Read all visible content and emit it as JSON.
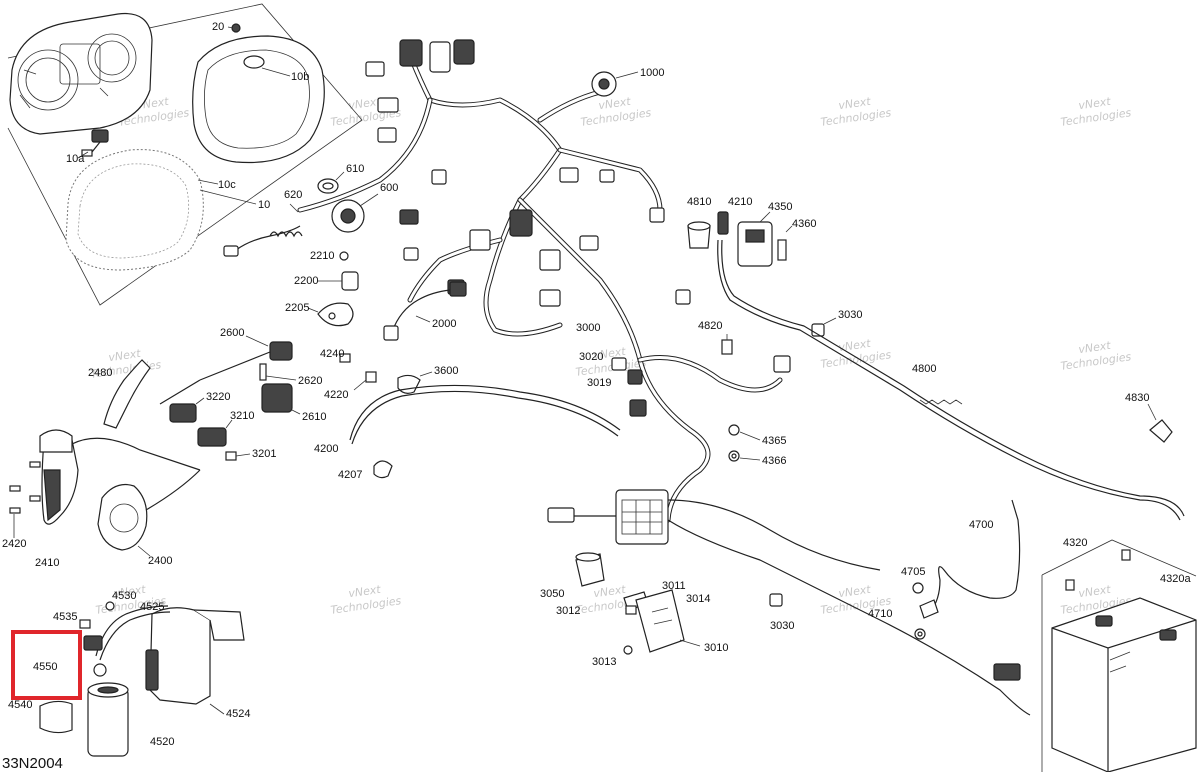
{
  "drawing_id": "33N2004",
  "highlight_color": "#e0262b",
  "watermark": {
    "line1": "vNext",
    "line2": "Technologies"
  },
  "parts": [
    {
      "id": "p20",
      "label": "20"
    },
    {
      "id": "p10b",
      "label": "10b"
    },
    {
      "id": "p10a",
      "label": "10a"
    },
    {
      "id": "p10c",
      "label": "10c"
    },
    {
      "id": "p10",
      "label": "10"
    },
    {
      "id": "p1000",
      "label": "1000"
    },
    {
      "id": "p610",
      "label": "610"
    },
    {
      "id": "p600",
      "label": "600"
    },
    {
      "id": "p620",
      "label": "620"
    },
    {
      "id": "p2210",
      "label": "2210"
    },
    {
      "id": "p2200",
      "label": "2200"
    },
    {
      "id": "p2205",
      "label": "2205"
    },
    {
      "id": "p2000",
      "label": "2000"
    },
    {
      "id": "p4810",
      "label": "4810"
    },
    {
      "id": "p4210",
      "label": "4210"
    },
    {
      "id": "p4350",
      "label": "4350"
    },
    {
      "id": "p4360",
      "label": "4360"
    },
    {
      "id": "p3030a",
      "label": "3030"
    },
    {
      "id": "p3000",
      "label": "3000"
    },
    {
      "id": "p4820",
      "label": "4820"
    },
    {
      "id": "p2600",
      "label": "2600"
    },
    {
      "id": "p4240",
      "label": "4240"
    },
    {
      "id": "p2480",
      "label": "2480"
    },
    {
      "id": "p2620",
      "label": "2620"
    },
    {
      "id": "p4220",
      "label": "4220"
    },
    {
      "id": "p3600",
      "label": "3600"
    },
    {
      "id": "p3020",
      "label": "3020"
    },
    {
      "id": "p3019",
      "label": "3019"
    },
    {
      "id": "p4800",
      "label": "4800"
    },
    {
      "id": "p3220",
      "label": "3220"
    },
    {
      "id": "p2610",
      "label": "2610"
    },
    {
      "id": "p3210",
      "label": "3210"
    },
    {
      "id": "p4830",
      "label": "4830"
    },
    {
      "id": "p4200",
      "label": "4200"
    },
    {
      "id": "p3201",
      "label": "3201"
    },
    {
      "id": "p4365",
      "label": "4365"
    },
    {
      "id": "p4366",
      "label": "4366"
    },
    {
      "id": "p4207",
      "label": "4207"
    },
    {
      "id": "p2420",
      "label": "2420"
    },
    {
      "id": "p2410",
      "label": "2410"
    },
    {
      "id": "p2400",
      "label": "2400"
    },
    {
      "id": "p4700",
      "label": "4700"
    },
    {
      "id": "p4320",
      "label": "4320"
    },
    {
      "id": "p4320a",
      "label": "4320a"
    },
    {
      "id": "p4705",
      "label": "4705"
    },
    {
      "id": "p3050",
      "label": "3050"
    },
    {
      "id": "p3011",
      "label": "3011"
    },
    {
      "id": "p3014",
      "label": "3014"
    },
    {
      "id": "p3012",
      "label": "3012"
    },
    {
      "id": "p4710",
      "label": "4710"
    },
    {
      "id": "p3030b",
      "label": "3030"
    },
    {
      "id": "p3010",
      "label": "3010"
    },
    {
      "id": "p3013",
      "label": "3013"
    },
    {
      "id": "p4530",
      "label": "4530"
    },
    {
      "id": "p4525",
      "label": "4525"
    },
    {
      "id": "p4535",
      "label": "4535"
    },
    {
      "id": "p4550",
      "label": "4550"
    },
    {
      "id": "p4540",
      "label": "4540"
    },
    {
      "id": "p4524",
      "label": "4524"
    },
    {
      "id": "p4520",
      "label": "4520"
    }
  ]
}
